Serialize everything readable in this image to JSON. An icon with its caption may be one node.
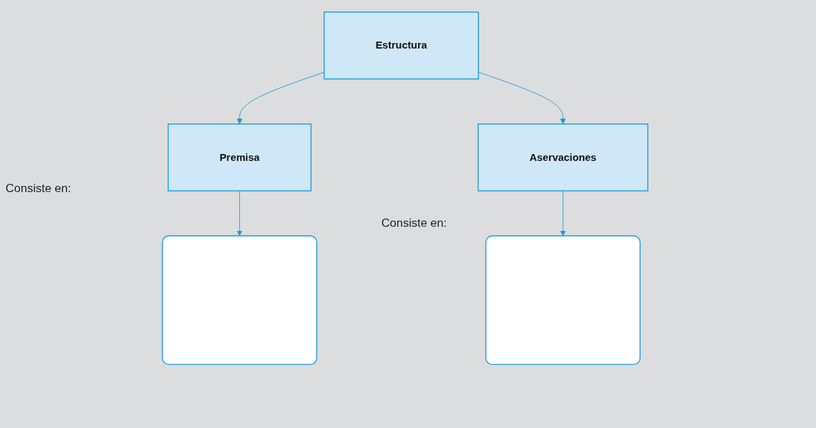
{
  "diagram": {
    "nodes": [
      {
        "text": [
          "Estructura"
        ]
      },
      {
        "text": [
          "Premisa"
        ]
      },
      {
        "text": [
          "Aservaciones"
        ]
      },
      {
        "text": [],
        "shape": "box"
      },
      {
        "text": [],
        "shape": "box"
      }
    ],
    "edges": [
      {
        "from": 0,
        "to": 1,
        "arrow": "to"
      },
      {
        "from": 0,
        "to": 2,
        "arrow": "to"
      },
      {
        "from": 1,
        "to": 3,
        "arrow": "to"
      },
      {
        "from": 2,
        "to": 4,
        "arrow": "to"
      }
    ],
    "labels": [
      "Consiste en:",
      "Consiste en:"
    ]
  }
}
